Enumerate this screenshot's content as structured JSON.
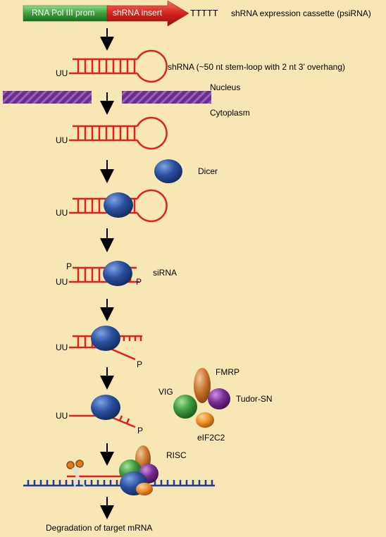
{
  "cassette": {
    "promoter_label": "RNA Pol III prom",
    "insert_label": "shRNA insert",
    "terminator_label": "TTTTT",
    "description": "shRNA expression cassette (psiRNA)"
  },
  "labels": {
    "uu": "UU",
    "p": "P",
    "shrna_desc": "shRNA (~50 nt stem-loop with 2 nt 3’ overhang)",
    "nucleus": "Nucleus",
    "cytoplasm": "Cytoplasm",
    "dicer": "Dicer",
    "sirna": "siRNA",
    "fmrp": "FMRP",
    "vig": "VIG",
    "tudor": "Tudor-SN",
    "eif2c2": "eIF2C2",
    "risc": "RISC",
    "degradation": "Degradation of target mRNA"
  },
  "colors": {
    "background": "#f7e7b4",
    "rna": "#e0201a",
    "mrna": "#1d3f9c",
    "membrane": "#6b2d8f",
    "promoter": "#3aa23a",
    "insert": "#d4231c",
    "dicer": "#2a4f9e",
    "fmrp": "#c8742e",
    "vig": "#3b9a3a",
    "tudor": "#7b2e95",
    "eif2c2": "#f0902a"
  }
}
